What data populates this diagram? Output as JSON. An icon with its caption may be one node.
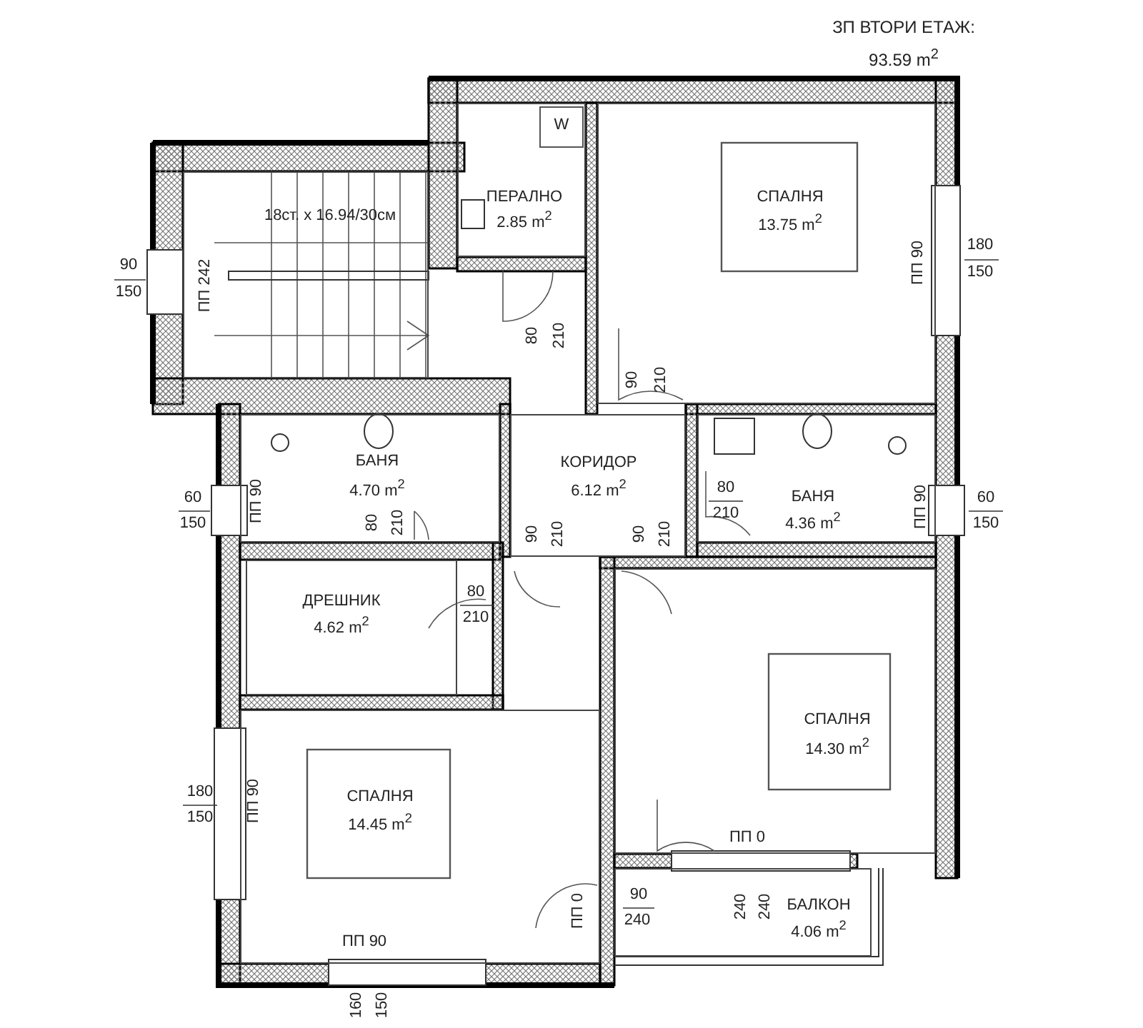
{
  "diagram": {
    "title": "ЗП ВТОРИ ЕТАЖ: 93.59 m$^{2}$",
    "nodes": [
      {
        "text": [
          "18ст. x 16.94/30см"
        ]
      },
      {
        "text": [
          "ПЕРАЛНО",
          "2.85 m$^{2}$"
        ]
      },
      {
        "text": [
          "СПАЛНЯ",
          "13.75 m$^{2}$"
        ]
      },
      {
        "text": [
          "БАНЯ",
          "4.70 m$^{2}$"
        ]
      },
      {
        "text": [
          "КОРИДОР",
          "6.12 m$^{2}$"
        ]
      },
      {
        "text": [
          "БАНЯ",
          "4.36 m$^{2}$"
        ]
      },
      {
        "text": [
          "ДРЕШНИК",
          "4.62 m$^{2}$"
        ]
      },
      {
        "text": [
          "СПАЛНЯ",
          "14.45 m$^{2}$"
        ]
      },
      {
        "text": [
          "СПАЛНЯ",
          "14.30 m$^{2}$"
        ]
      },
      {
        "text": [
          "БАЛКОН",
          "4.06 m$^{2}$"
        ]
      }
    ],
    "labels": [
      "W",
      "90",
      "150",
      "ПП 242",
      "80",
      "210",
      "180",
      "150",
      "ПП 90",
      "90",
      "210",
      "60",
      "150",
      "ПП 90",
      "80",
      "210",
      "60",
      "150",
      "ПП 90",
      "80",
      "210",
      "90",
      "210",
      "90",
      "210",
      "80",
      "210",
      "180",
      "150",
      "ПП 90",
      "ПП 0",
      "ПП 0",
      "90",
      "240",
      "240",
      "240",
      "ПП 90",
      "160",
      "150"
    ]
  }
}
